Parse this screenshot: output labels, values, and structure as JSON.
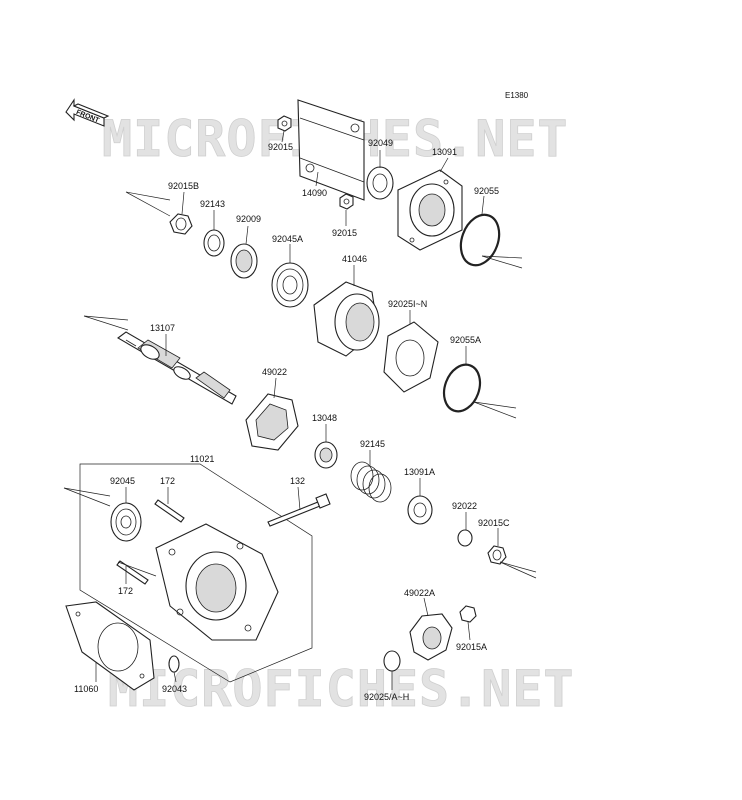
{
  "diagram_code": "E1380",
  "front_marker": "FRONT",
  "watermarks": [
    "MICROFICHES.NET",
    "MICROFICHES.NET"
  ],
  "labels": {
    "l92015a": "92015",
    "l92049": "92049",
    "l13091": "13091",
    "l14090": "14090",
    "l92015b_top": "92015",
    "l92015B": "92015B",
    "l92143": "92143",
    "l92009": "92009",
    "l92045A": "92045A",
    "l92055": "92055",
    "l41046": "41046",
    "l92025IN": "92025I~N",
    "l92055A": "92055A",
    "l13107": "13107",
    "l49022": "49022",
    "l13048": "13048",
    "l92145": "92145",
    "l13091A": "13091A",
    "l92022": "92022",
    "l92015C": "92015C",
    "l11021": "11021",
    "l92045": "92045",
    "l172top": "172",
    "l132": "132",
    "l172bot": "172",
    "l49022A": "49022A",
    "l92015A": "92015A",
    "l11060": "11060",
    "l92043": "92043",
    "l92025AH": "92025/A~H"
  }
}
